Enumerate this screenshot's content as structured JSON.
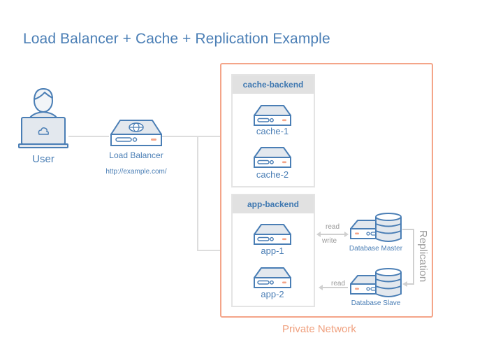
{
  "title": "Load Balancer + Cache + Replication Example",
  "nodes": {
    "user": {
      "label": "User",
      "icon": "user-laptop-icon"
    },
    "load_balancer": {
      "label": "Load Balancer",
      "url": "http://example.com/",
      "icon": "load-balancer-server-icon"
    },
    "cache_1": {
      "label": "cache-1",
      "icon": "server-icon"
    },
    "cache_2": {
      "label": "cache-2",
      "icon": "server-icon"
    },
    "app_1": {
      "label": "app-1",
      "icon": "server-icon"
    },
    "app_2": {
      "label": "app-2",
      "icon": "server-icon"
    },
    "db_master": {
      "label": "Database Master",
      "icon": "database-server-icon"
    },
    "db_slave": {
      "label": "Database Slave",
      "icon": "database-server-icon"
    }
  },
  "groups": {
    "cache_backend": {
      "label": "cache-backend"
    },
    "app_backend": {
      "label": "app-backend"
    },
    "private_network": {
      "label": "Private Network"
    }
  },
  "edges": {
    "app1_master_read": "read",
    "app1_master_write": "write",
    "slave_app2_read": "read",
    "replication": "Replication"
  },
  "colors": {
    "primary_blue": "#4a7eb5",
    "accent_orange": "#f4a589",
    "connector_gray": "#dddddd"
  }
}
